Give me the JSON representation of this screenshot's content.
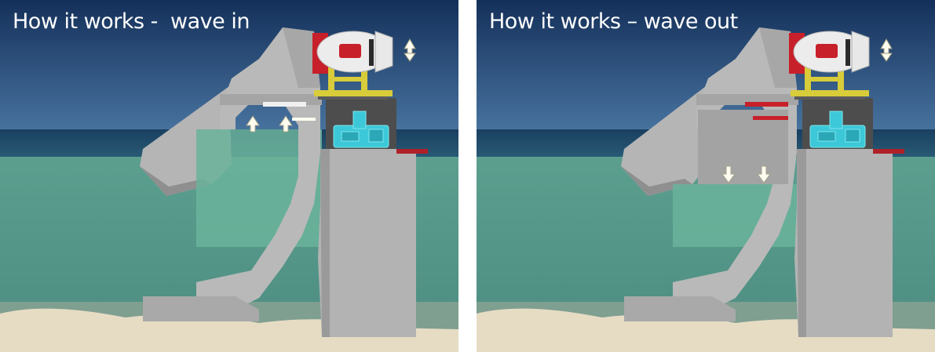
{
  "panels": [
    {
      "title": "How it works -  wave in",
      "water_state": "in",
      "arrow_direction": "up"
    },
    {
      "title": "How it works – wave out",
      "water_state": "out",
      "arrow_direction": "down"
    }
  ],
  "colors": {
    "sky_top": "#14305a",
    "sky_bottom": "#3f6a98",
    "sea": "#1c4566",
    "water_green": "#5fa892",
    "concrete": "#b9b9b9",
    "concrete_dark": "#8f8f8f",
    "sand": "#e6dcc4",
    "turbine_red": "#c8202a",
    "support_yellow": "#d8cc3a",
    "generator_cyan": "#3cc8d8",
    "arrow_fill": "#fdfcee"
  },
  "icons": [
    "up-arrow-icon",
    "down-arrow-icon",
    "updown-arrow-icon"
  ]
}
